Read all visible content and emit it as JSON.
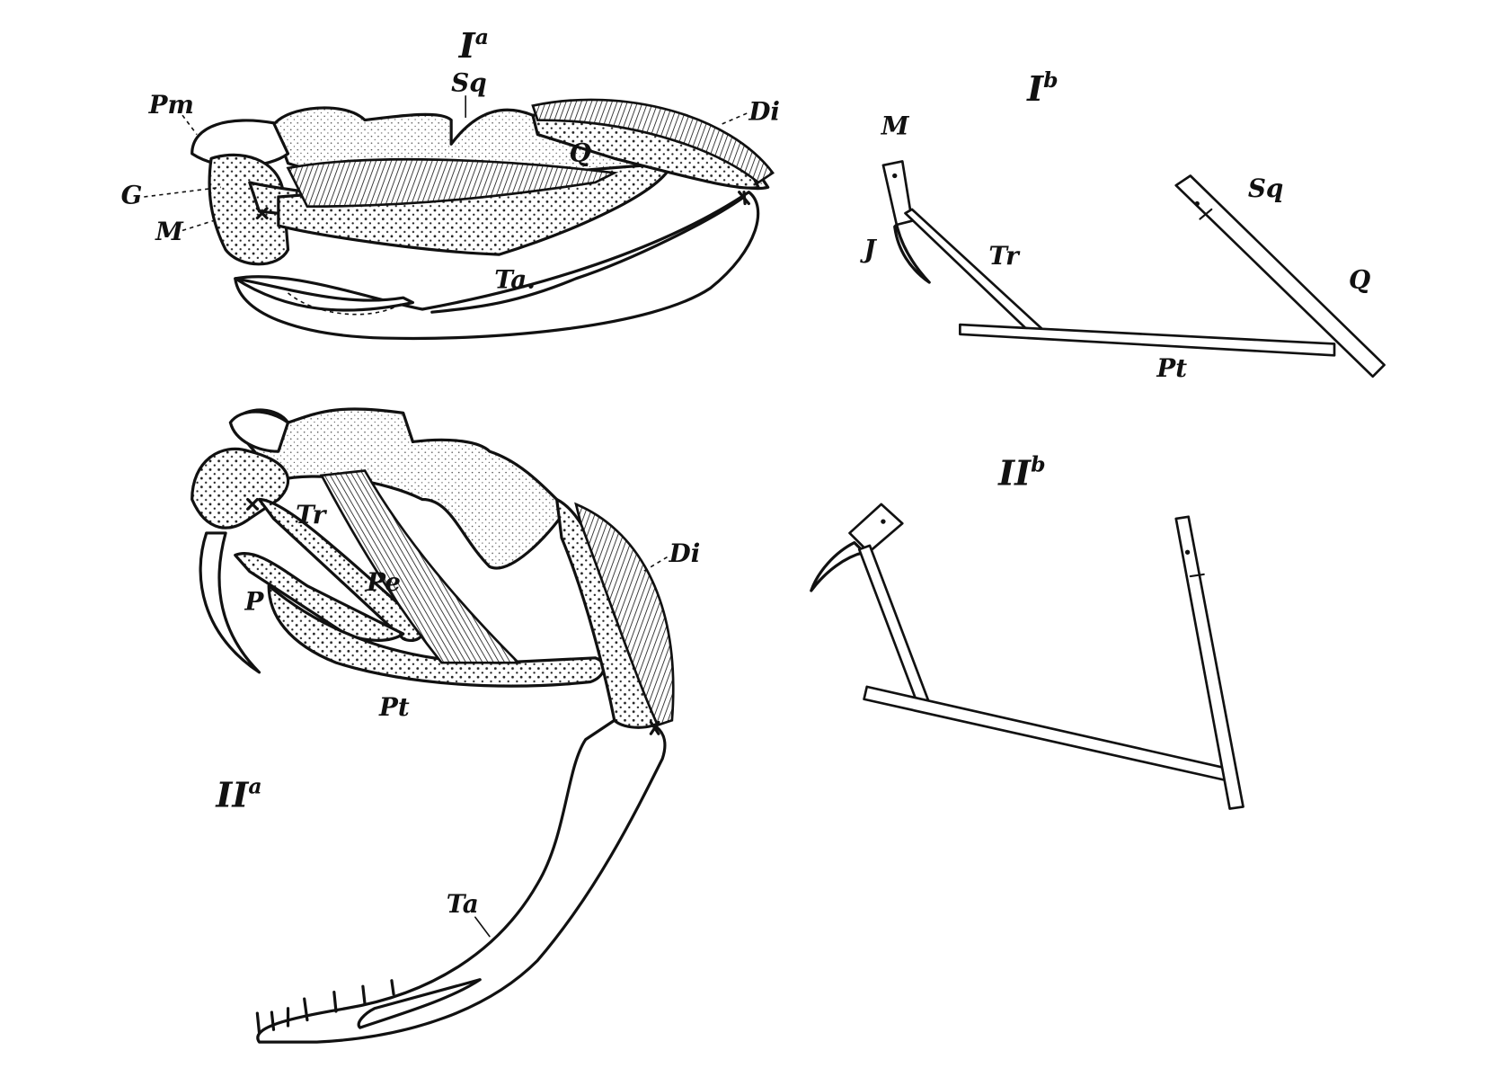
{
  "figures": {
    "Ia": {
      "main": "I",
      "sup": "a"
    },
    "Ib": {
      "main": "I",
      "sup": "b"
    },
    "IIa": {
      "main": "II",
      "sup": "a"
    },
    "IIb": {
      "main": "II",
      "sup": "b"
    }
  },
  "labels_Ia": {
    "Pm": "Pm",
    "Sq": "Sq",
    "Di": "Di",
    "G": "G",
    "M": "M",
    "Q": "Q",
    "Ta": "Ta."
  },
  "labels_Ib": {
    "M": "M",
    "J": "J",
    "Tr": "Tr",
    "Sq": "Sq",
    "Q": "Q",
    "Pt": "Pt"
  },
  "labels_IIa": {
    "Tr": "Tr",
    "P": "P",
    "Pe": "Pe",
    "Di": "Di",
    "Pt": "Pt",
    "Ta": "Ta"
  }
}
